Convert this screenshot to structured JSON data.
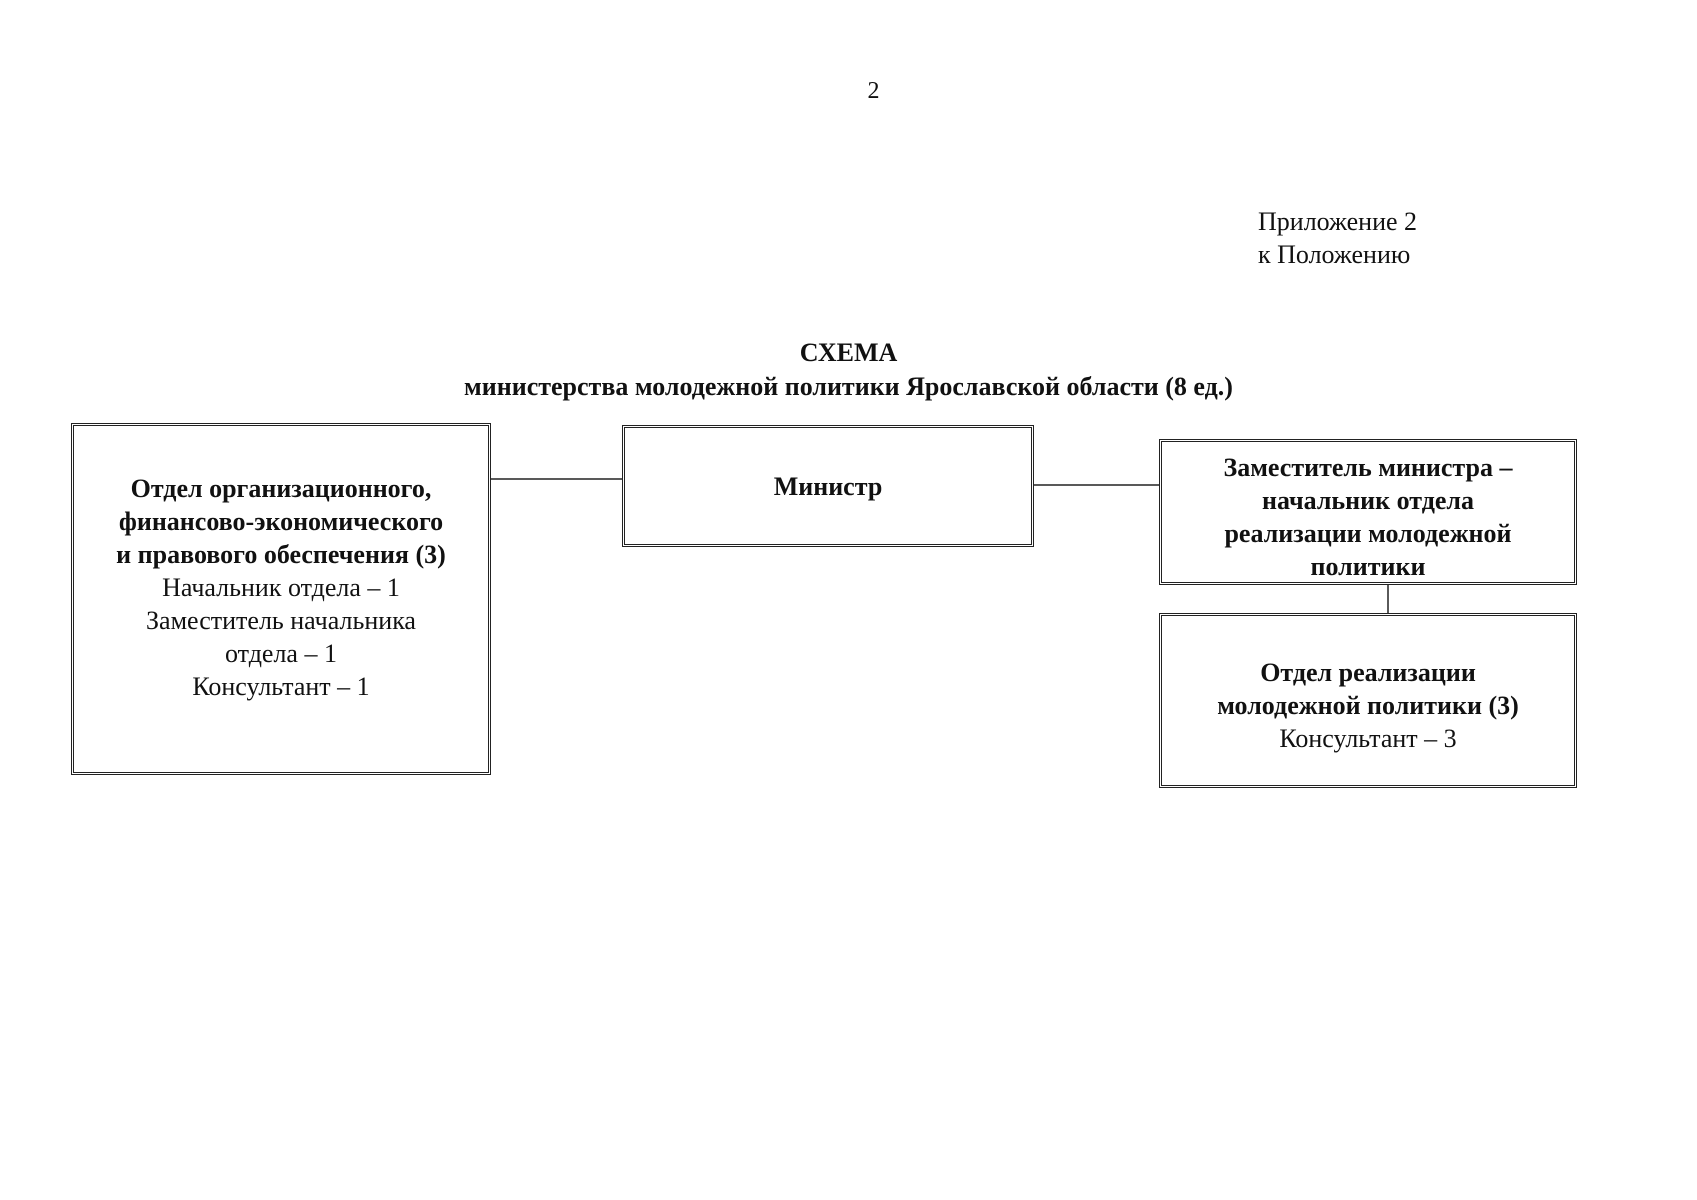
{
  "page_number": "2",
  "appendix": {
    "line1": "Приложение 2",
    "line2": "к Положению"
  },
  "heading": {
    "title": "СХЕМА",
    "subtitle": "министерства молодежной политики Ярославской области (8 ед.)"
  },
  "boxes": {
    "department_org": {
      "title_lines": [
        "Отдел организационного,",
        "финансово-экономического",
        "и правового обеспечения (3)"
      ],
      "staff_lines": [
        "Начальник отдела – 1",
        "Заместитель начальника",
        "отдела – 1",
        "Консультант – 1"
      ]
    },
    "minister": {
      "title": "Министр"
    },
    "deputy_minister": {
      "title_lines": [
        "Заместитель министра –",
        "начальник отдела",
        "реализации молодежной",
        "политики"
      ]
    },
    "department_youth": {
      "title_lines": [
        "Отдел реализации",
        "молодежной политики (3)"
      ],
      "staff_lines": [
        "Консультант – 3"
      ]
    }
  }
}
